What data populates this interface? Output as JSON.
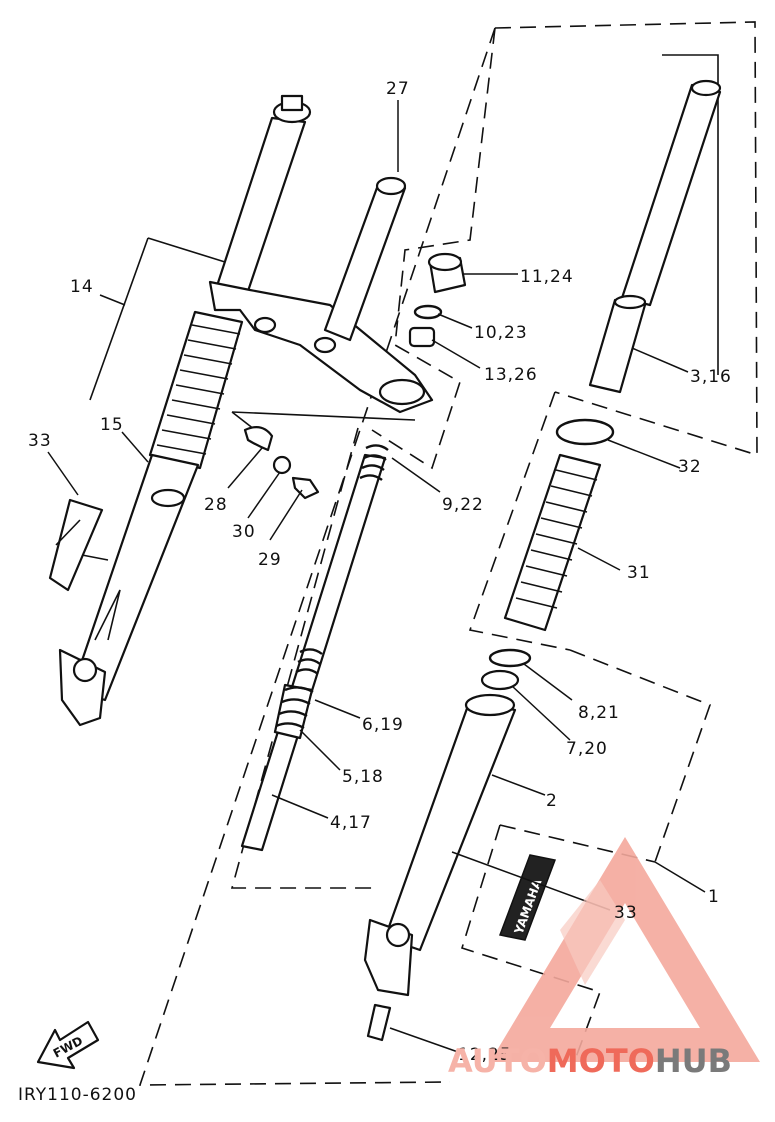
{
  "diagram_code": "IRY110-6200",
  "fwd_label": "FWD",
  "emblem_text": "YAMAHA",
  "watermark": {
    "part1": "AUTO",
    "part2": "MOTO",
    "part3": "HUB",
    "color_light": "#f6b3a8",
    "color_main": "#ef6a5a",
    "color_dark": "#7a7a7a"
  },
  "callouts": {
    "c27": "27",
    "c14": "14",
    "c15": "15",
    "c33_left": "33",
    "c11_24": "11,24",
    "c10_23": "10,23",
    "c13_26": "13,26",
    "c3_16": "3,16",
    "c28": "28",
    "c30": "30",
    "c29": "29",
    "c9_22": "9,22",
    "c32": "32",
    "c31": "31",
    "c8_21": "8,21",
    "c7_20": "7,20",
    "c6_19": "6,19",
    "c5_18": "5,18",
    "c4_17": "4,17",
    "c2": "2",
    "c1": "1",
    "c33_right": "33",
    "c12_25": "12,25"
  }
}
